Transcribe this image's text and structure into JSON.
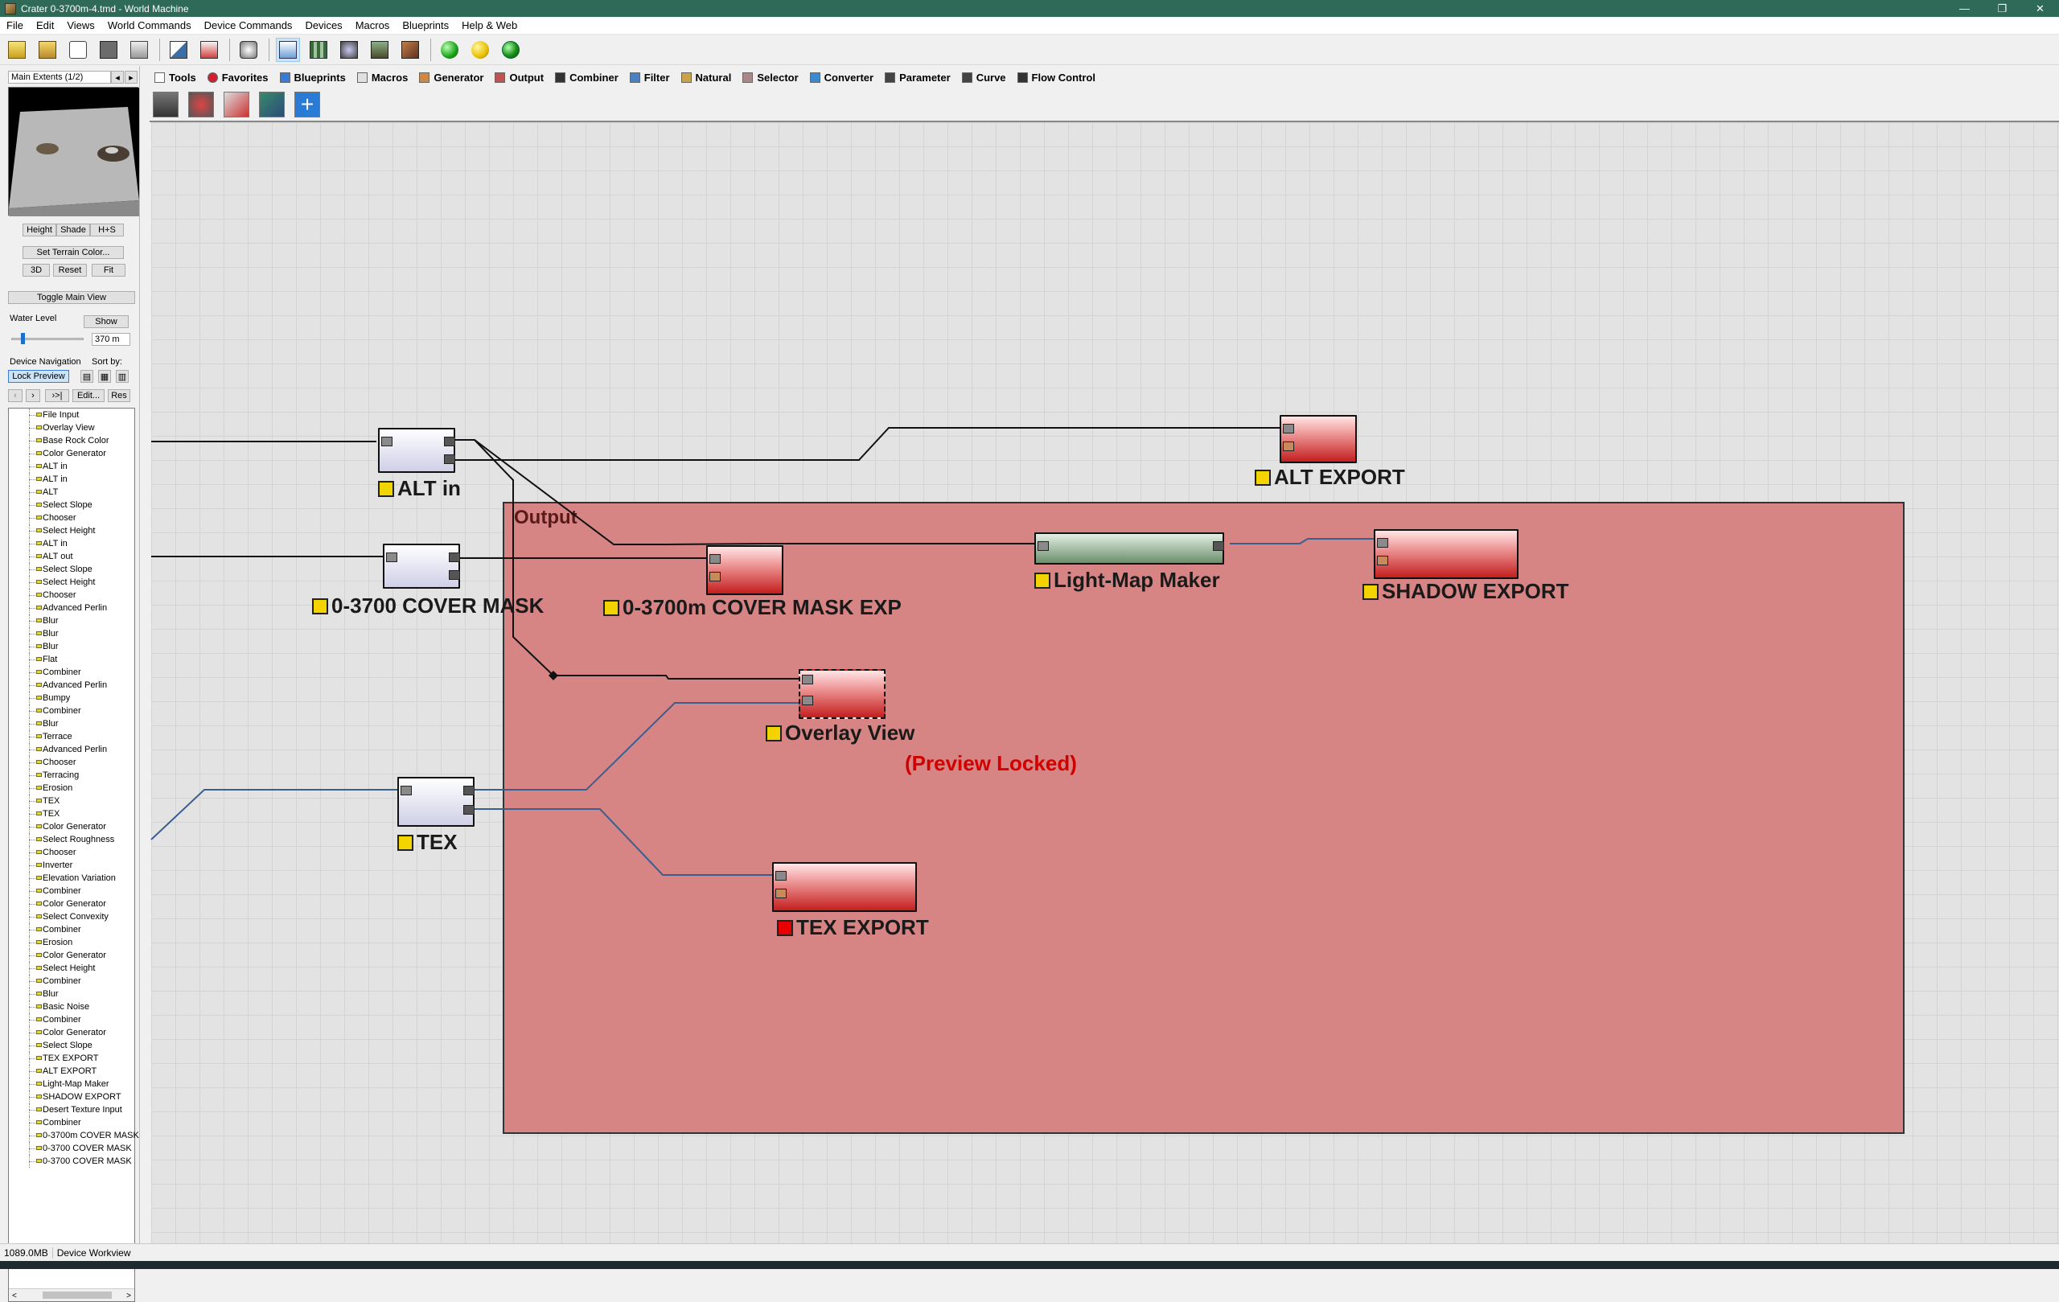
{
  "window": {
    "title": "Crater 0-3700m-4.tmd - World Machine"
  },
  "menu": [
    "File",
    "Edit",
    "Views",
    "World Commands",
    "Device Commands",
    "Devices",
    "Macros",
    "Blueprints",
    "Help & Web"
  ],
  "toolbar_icons": [
    "new-icon",
    "open-icon",
    "help-icon",
    "save-icon",
    "export-icon",
    "chart-icon",
    "report-icon",
    "render-settings-icon",
    "device-workview-icon",
    "layout-view-icon",
    "3d-preview-icon",
    "terrain-view-icon",
    "texture-view-icon",
    "build-green-icon",
    "build-yellow-icon",
    "build-world-icon"
  ],
  "sidebar": {
    "extents": "Main Extents (1/2)",
    "view_buttons": {
      "height": "Height",
      "shade": "Shade",
      "hs": "H+S"
    },
    "set_terrain_color": "Set Terrain Color...",
    "btn_3d": "3D",
    "btn_reset": "Reset",
    "btn_fit": "Fit",
    "toggle_main_view": "Toggle Main View",
    "water_level_label": "Water Level",
    "water_show": "Show",
    "water_value": "370 m",
    "device_navigation": "Device Navigation",
    "sort_by": "Sort by:",
    "lock_preview": "Lock Preview",
    "nav_prev": "‹",
    "nav_next": "›",
    "nav_last": "›>|",
    "edit": "Edit...",
    "res": "Res",
    "devices": [
      "File Input",
      "Overlay View",
      "Base Rock Color",
      "Color Generator",
      "ALT in",
      "ALT in",
      "ALT",
      "Select Slope",
      "Chooser",
      "Select Height",
      "ALT in",
      "ALT out",
      "Select Slope",
      "Select Height",
      "Chooser",
      "Advanced Perlin",
      "Blur",
      "Blur",
      "Blur",
      "Flat",
      "Combiner",
      "Advanced Perlin",
      "Bumpy",
      "Combiner",
      "Blur",
      "Terrace",
      "Advanced Perlin",
      "Chooser",
      "Terracing",
      "Erosion",
      "TEX",
      "TEX",
      "Color Generator",
      "Select Roughness",
      "Chooser",
      "Inverter",
      "Elevation Variation",
      "Combiner",
      "Color Generator",
      "Select Convexity",
      "Combiner",
      "Erosion",
      "Color Generator",
      "Select Height",
      "Combiner",
      "Blur",
      "Basic Noise",
      "Combiner",
      "Color Generator",
      "Select Slope",
      "TEX EXPORT",
      "ALT EXPORT",
      "Light-Map Maker",
      "SHADOW EXPORT",
      "Desert Texture Input",
      "Combiner",
      "0-3700m COVER MASK",
      "0-3700 COVER MASK",
      "0-3700 COVER MASK"
    ]
  },
  "tabs": [
    "Tools",
    "Favorites",
    "Blueprints",
    "Macros",
    "Generator",
    "Output",
    "Combiner",
    "Filter",
    "Natural",
    "Selector",
    "Converter",
    "Parameter",
    "Curve",
    "Flow Control"
  ],
  "workview": {
    "group_title": "Output",
    "preview_locked": "(Preview Locked)",
    "nodes": {
      "alt_in": "ALT in",
      "cover_mask": "0-3700 COVER MASK",
      "cover_mask_exp": "0-3700m COVER MASK EXP",
      "alt_export": "ALT EXPORT",
      "light_map": "Light-Map Maker",
      "shadow_export": "SHADOW EXPORT",
      "overlay_view": "Overlay View",
      "tex": "TEX",
      "tex_export": "TEX EXPORT"
    }
  },
  "status": {
    "memory": "1089.0MB",
    "mode": "Device Workview"
  },
  "colors": {
    "titlebar": "#2e6a57",
    "group_fill": "#d68080",
    "locked_text": "#d00000",
    "node_flag": "#f4d400",
    "node_flag_error": "#e80000"
  }
}
